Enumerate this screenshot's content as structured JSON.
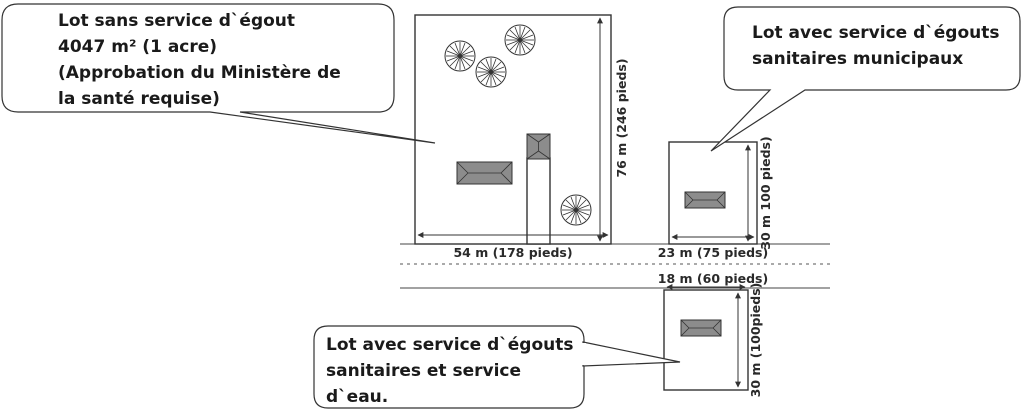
{
  "callouts": {
    "no_sewer": {
      "lines": [
        "Lot sans service d`égout",
        "4047 m² (1 acre)",
        "(Approbation du Ministère de",
        "la santé requise)"
      ]
    },
    "municipal_sewer": {
      "lines": [
        "Lot avec service d`égouts",
        "sanitaires municipaux"
      ]
    },
    "sewer_and_water": {
      "lines": [
        "Lot avec service d`égouts",
        "sanitaires et service",
        "d`eau."
      ]
    }
  },
  "dimensions": {
    "large_width": "54 m (178 pieds)",
    "large_depth": "76 m (246 pieds)",
    "medium_width": "23 m (75 pieds)",
    "medium_depth": "30 m 100 pieds)",
    "small_width": "18 m (60 pieds)",
    "small_depth": "30 m (100pieds)"
  },
  "icons": [
    "tree-icon",
    "house-icon"
  ],
  "colors": {
    "house": "#8c8c8c",
    "line": "#333333"
  }
}
